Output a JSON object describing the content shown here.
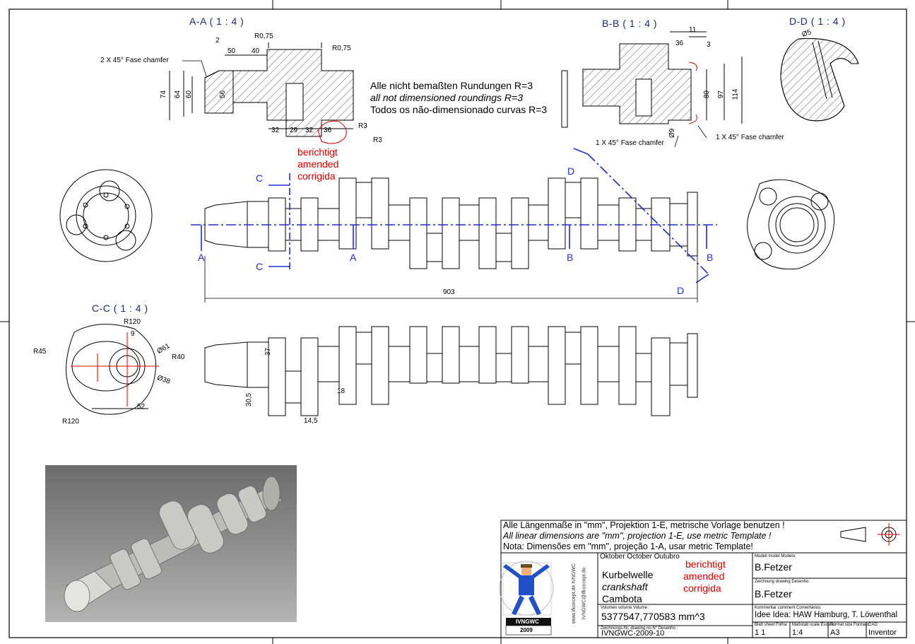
{
  "sections": {
    "aa": "A-A ( 1 : 4 )",
    "bb": "B-B ( 1 : 4 )",
    "dd": "D-D ( 1 : 4 )",
    "cc": "C-C ( 1 : 4 )"
  },
  "general_note": {
    "de": "Alle nicht bemaßten Rundungen R=3",
    "en": "all not dimensioned roundings R=3",
    "pt": "Todos os não-dimensionado curvas R=3"
  },
  "amend": {
    "de": "berichtigt",
    "en": "amended",
    "pt": "corrigida"
  },
  "chamfer_aa": "2 X 45° Fase   chamfer",
  "chamfer_bb1": "1 X 45° Fase   chamfer",
  "chamfer_bb2": "1 X 45° Fase   chamfer",
  "dims_aa": {
    "d2": "2",
    "r075a": "R0,75",
    "d50": "50",
    "d40": "40",
    "r075b": "R0,75",
    "d74": "74",
    "d64": "64",
    "d60": "60",
    "d56": "56",
    "d32a": "32",
    "d29": "29",
    "d32b": "32",
    "d36": "36",
    "r3a": "R3",
    "r3b": "R3"
  },
  "dims_bb": {
    "d11": "11",
    "d36": "36",
    "d3": "3",
    "d80": "80",
    "d97": "97",
    "d114": "114",
    "d9": "Ø9"
  },
  "dims_dd": {
    "d5": "Ø5"
  },
  "dims_main": {
    "d903": "903"
  },
  "dims_cc": {
    "r120a": "R120",
    "d9": "9",
    "d61": "Ø61",
    "r45": "R45",
    "r40": "R40",
    "d38": "Ø38",
    "d52": "52",
    "r120b": "R120"
  },
  "dims_lower": {
    "d37": "37",
    "d18": "18",
    "d305": "30,5",
    "d145": "14,5"
  },
  "cut_labels": {
    "c": "C",
    "a": "A",
    "b": "B",
    "d": "D"
  },
  "titleblock": {
    "head_de": "Alle Längenmaße in \"mm\", Projektion 1-E, metrische Vorlage benutzen !",
    "head_en": "All linear dimensions are \"mm\", projection 1-E, use metric Template !",
    "head_pt": "Nota: Dimensões em \"mm\", projeção 1-A, usar metric Template!",
    "date": "Oktober October Outubro",
    "name_de": "Kurbelwelle",
    "name_en": "crankshaft",
    "name_pt": "Cambota",
    "volume_label": "Volumen volume Volume :",
    "volume": "5377547,770583 mm^3",
    "drawno_label": "Zeichnungs-Nr, drawing no N° Desenho :",
    "drawno": "IVNGWC-2009-10",
    "model_label": "Modell model Modelo:",
    "model": "B.Fetzer",
    "drawing_label": "Zeichnung drawing Desenho:",
    "drawing": "B.Fetzer",
    "comment_label": "Kommentar comment Comentários:",
    "comment": "Idee Idea: HAW Hamburg, T. Löwenthal",
    "sheet_label": "Blatt sheet Folha:",
    "sheet": "1      1",
    "scale_label": "Maßstab scale Escala:",
    "scale": "1:4",
    "format_label": "Format size Formato:",
    "format": "A3",
    "cad_label": "CAD:",
    "cad": "Inventor",
    "logo_text": "IVNGWC",
    "logo_year": "2009",
    "url1": "www.ifkoncept.de IVNGWC",
    "url2": "IVNGWC@ifkoncept.de"
  },
  "colors": {
    "line": "#000000",
    "cutline": "#1f2fd6",
    "amend": "#e00000",
    "title": "#1a2a80"
  }
}
